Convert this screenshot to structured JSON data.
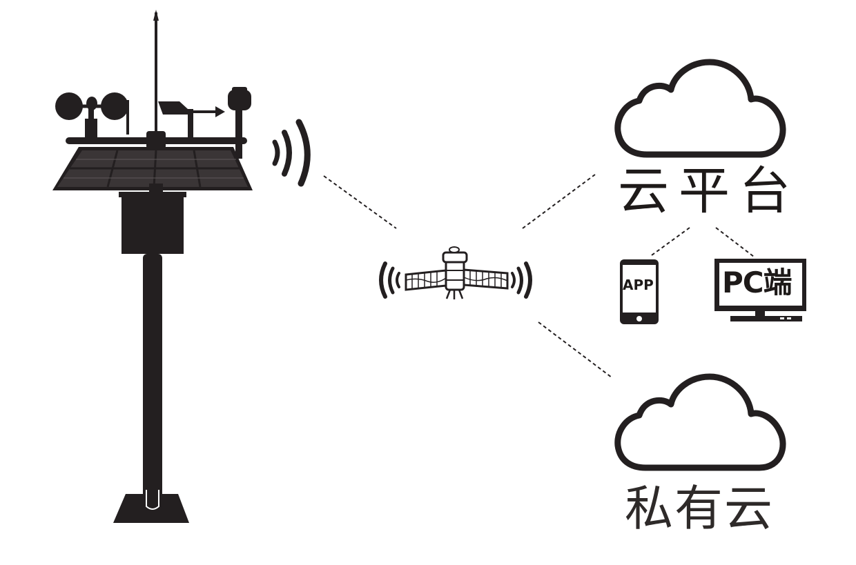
{
  "labels": {
    "cloud_platform": "云平台",
    "private_cloud": "私有云",
    "app": "APP",
    "pc": "PC端"
  },
  "colors": {
    "ink": "#231f20",
    "panel": "#3a3536",
    "panel_grid": "#5e5859",
    "background": "#ffffff"
  },
  "icons": [
    "weather-station-icon",
    "solar-panel-icon",
    "wireless-signal-icon",
    "satellite-icon",
    "cloud-icon",
    "phone-icon",
    "monitor-icon"
  ]
}
